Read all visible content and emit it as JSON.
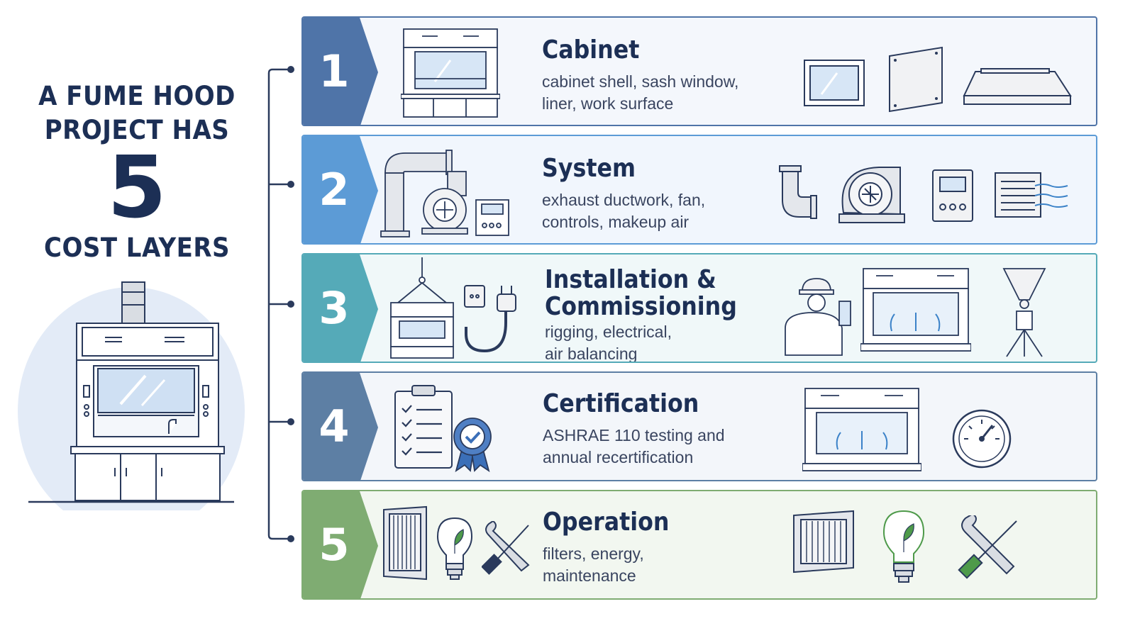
{
  "headline": {
    "line1": "A FUME HOOD",
    "line2": "PROJECT HAS",
    "number": "5",
    "line3": "COST LAYERS"
  },
  "colors": {
    "layer1": "#4f74a8",
    "layer2": "#5c9bd6",
    "layer3": "#55aab8",
    "layer4": "#5d7fa4",
    "layer5": "#7fac72",
    "title_text": "#1c2f55",
    "line_art": "#2a3a5c"
  },
  "layers": [
    {
      "number": "1",
      "title": "Cabinet",
      "description": "cabinet shell, sash window,\nliner, work surface",
      "icons": [
        "fume-hood-cabinet-icon",
        "sash-window-icon",
        "liner-panel-icon",
        "work-surface-icon"
      ]
    },
    {
      "number": "2",
      "title": "System",
      "description": "exhaust ductwork, fan,\ncontrols, makeup air",
      "icons": [
        "duct-and-fan-icon",
        "duct-elbow-icon",
        "blower-fan-icon",
        "controller-icon",
        "makeup-air-grille-icon"
      ]
    },
    {
      "number": "3",
      "title_line1": "Installation &",
      "title_line2": "Commissioning",
      "description": "rigging, electrical,\nair balancing",
      "icons": [
        "rigging-hook-icon",
        "power-plug-icon",
        "technician-icon",
        "airflow-hood-icon",
        "balometer-icon"
      ]
    },
    {
      "number": "4",
      "title": "Certification",
      "description": "ASHRAE 110 testing and\nannual recertification",
      "icons": [
        "checklist-clipboard-icon",
        "certified-badge-icon",
        "tested-hood-icon",
        "pressure-gauge-icon"
      ]
    },
    {
      "number": "5",
      "title": "Operation",
      "description": "filters, energy,\nmaintenance",
      "icons": [
        "filter-icon",
        "energy-bulb-icon",
        "tools-icon",
        "filter-large-icon",
        "energy-bulb-large-icon",
        "tools-large-icon"
      ]
    }
  ]
}
